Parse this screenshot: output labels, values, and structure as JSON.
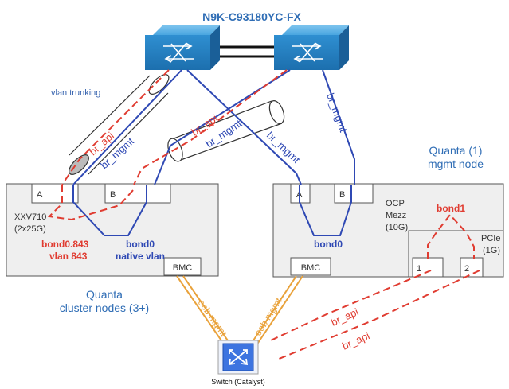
{
  "title": "N9K-C93180YC-FX",
  "colors": {
    "blue": "#2f49b4",
    "red": "#e03c31",
    "orange": "#e9a23b",
    "title_blue": "#2f6db5",
    "label_blue": "#3a66b0",
    "box_fill": "#efefef",
    "box_stroke": "#555555",
    "switch_blue": "#3f97d8"
  },
  "links": {
    "vlan_trunking": "vlan trunking",
    "br_api": "br_api",
    "br_mgmt": "br_mgmt",
    "oob_mgmt": "oob mgmt"
  },
  "cluster": {
    "ports": [
      "A",
      "B"
    ],
    "nic": [
      "XXV710",
      "(2x25G)"
    ],
    "bond_vlan": [
      "bond0.843",
      "vlan 843"
    ],
    "bond_native": [
      "bond0",
      "native vlan"
    ],
    "bmc": "BMC",
    "caption": [
      "Quanta",
      "cluster nodes (3+)"
    ]
  },
  "mgmt": {
    "caption": [
      "Quanta (1)",
      "mgmt node"
    ],
    "ports": [
      "A",
      "B"
    ],
    "ocp": [
      "OCP",
      "Mezz",
      "(10G)"
    ],
    "bond0": "bond0",
    "bond1": "bond1",
    "pcie": [
      "PCIe",
      "(1G)"
    ],
    "pcie_ports": [
      "1",
      "2"
    ],
    "bmc": "BMC"
  },
  "catalyst": {
    "label": "Switch (Catalyst)"
  }
}
